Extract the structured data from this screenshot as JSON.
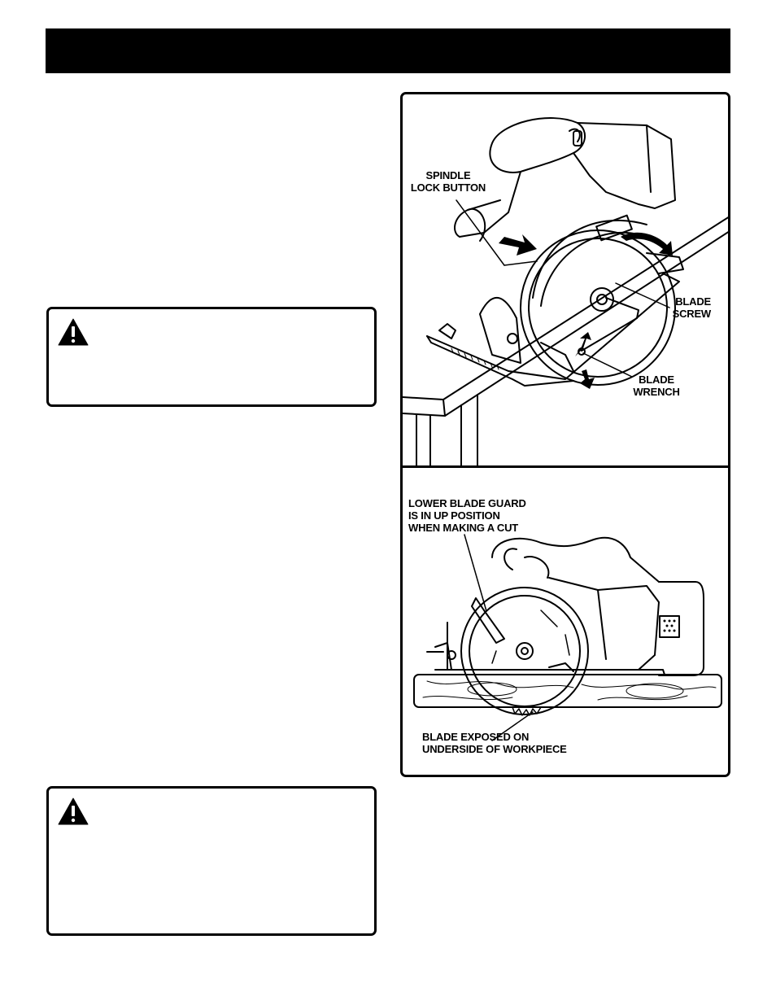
{
  "figure": {
    "top_labels": {
      "spindle_lock_button": "SPINDLE\nLOCK BUTTON",
      "blade_screw": "BLADE\nSCREW",
      "blade_wrench": "BLADE\nWRENCH"
    },
    "bottom_labels": {
      "lower_blade_guard": "LOWER BLADE GUARD\nIS IN UP POSITION\nWHEN MAKING A CUT",
      "blade_exposed": "BLADE EXPOSED ON\nUNDERSIDE OF WORKPIECE"
    }
  },
  "icons": {
    "warning": "warning-triangle-icon"
  }
}
